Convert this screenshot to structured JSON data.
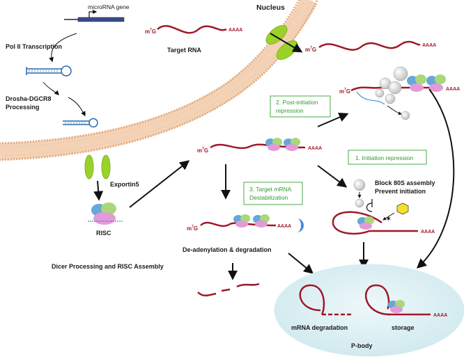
{
  "labels": {
    "microrna_gene": "microRNA gene",
    "nucleus": "Nucleus",
    "pol2": "Pol II Transcription",
    "drosha_1": "Drosha-DGCR8",
    "drosha_2": "Processing",
    "target_rna": "Target RNA",
    "exportin": "Exportin5",
    "risc": "RISC",
    "dicer": "Dicer Processing and RISC Assembly",
    "deadenylation": "De-adenylation & degradation",
    "block_80s": "Block 80S assembly",
    "prevent_init": "Prevent initiation",
    "mrna_degradation": "mRNA degradation",
    "storage": "storage",
    "pbody": "P-body"
  },
  "boxes": {
    "post_init_1": "2. Post-initiation",
    "post_init_2": "repression",
    "init_repression": "1. Initiation repression",
    "destab_1": "3. Target mRNA",
    "destab_2": "Destabilization"
  },
  "rna": {
    "cap": "m",
    "cap_sup": "7",
    "cap_g": "G",
    "tail": "AAAA"
  },
  "colors": {
    "rna": "#a01828",
    "membrane": "#e8b48a",
    "box_border": "#4aa84a",
    "box_text": "#2e9a2e",
    "pbody": "#d5eef2",
    "exportin": "#9bd22a"
  }
}
